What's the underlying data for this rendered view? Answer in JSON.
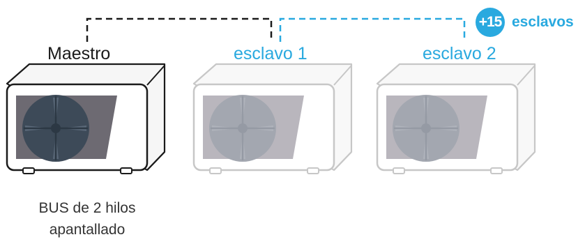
{
  "master": {
    "label": "Maestro"
  },
  "slaves": [
    {
      "label": "esclavo 1"
    },
    {
      "label": "esclavo 2"
    }
  ],
  "expansion": {
    "count": "+15",
    "label": "esclavos"
  },
  "bus": {
    "caption_line1": "BUS de 2 hilos",
    "caption_line2": "apantallado"
  },
  "colors": {
    "accent": "#29a9df",
    "master_line": "#1a1a1a",
    "master_panel": "#6d6a72",
    "master_fan": "#3d4a58",
    "slave_outline": "#c7c7c7",
    "slave_panel": "#b9b6bd",
    "slave_fan": "#a3a7b0"
  },
  "icons": [
    "outdoor-unit-icon"
  ]
}
